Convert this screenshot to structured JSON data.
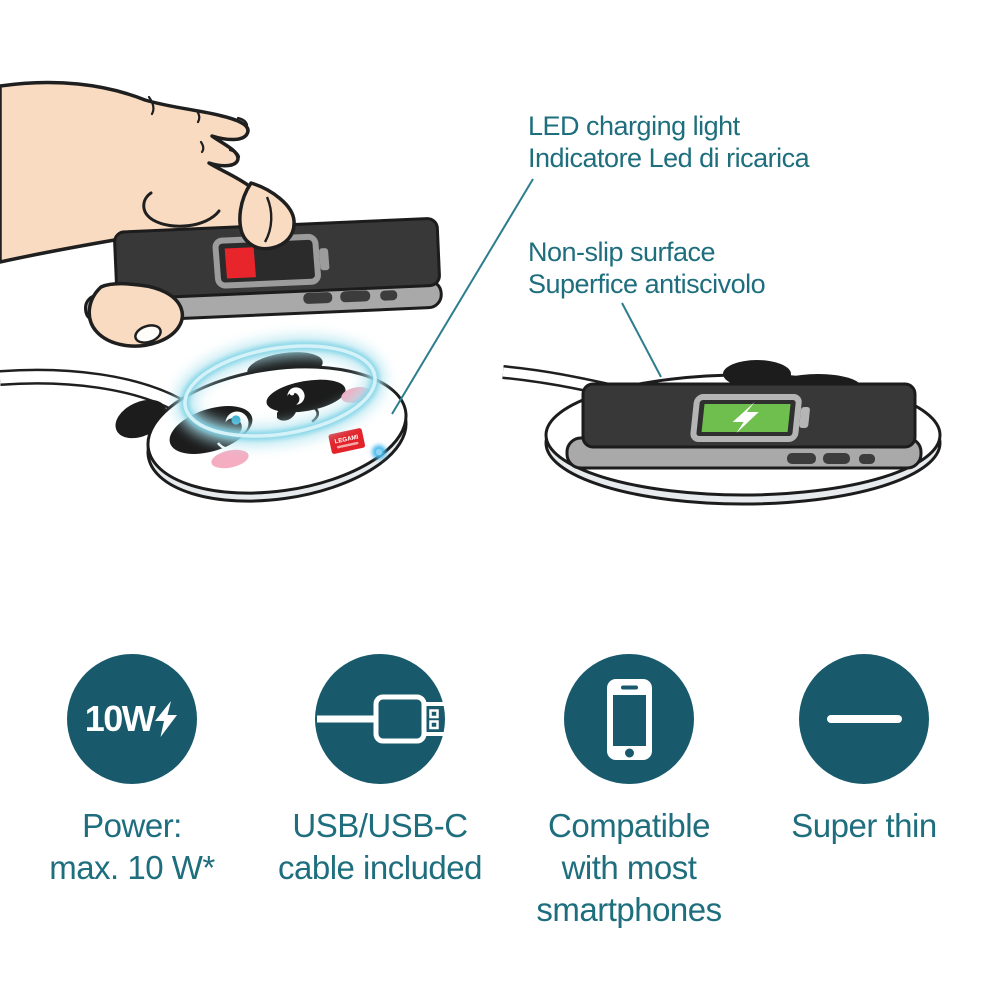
{
  "colors": {
    "accent_circle_teal": "#185a6c",
    "text_teal": "#1e6e7e",
    "annotation_line_teal": "#2c7d8e",
    "battery_low_red": "#e8252b",
    "battery_charging_green": "#6fbf4f",
    "led_glow_blue": "#7fd3e6",
    "logo_red": "#e3232a",
    "skin": "#f9dbc2",
    "phone_body_dark": "#383838",
    "phone_edge_gray": "#a9a9a9"
  },
  "annotations": {
    "led": {
      "line1": "LED charging light",
      "line2": "Indicatore Led di ricarica"
    },
    "non_slip": {
      "line1": "Non-slip surface",
      "line2": "Superfice antiscivolo"
    }
  },
  "features": [
    {
      "icon": "power-10w-bolt-icon",
      "badge": "10W",
      "lines": [
        "Power:",
        "max. 10 W*"
      ]
    },
    {
      "icon": "usb-cable-icon",
      "lines": [
        "USB/USB-C",
        "cable included"
      ]
    },
    {
      "icon": "smartphone-icon",
      "lines": [
        "Compatible",
        "with most",
        "smartphones"
      ]
    },
    {
      "icon": "thin-line-icon",
      "lines": [
        "Super thin"
      ]
    }
  ],
  "brand": {
    "logo_text": "LEGAMI"
  },
  "illustrations": {
    "left_scene": "hand placing phone with low red battery above panda wireless charger with glowing LED ring",
    "right_scene": "phone with green charging battery lying on panda wireless charger"
  }
}
